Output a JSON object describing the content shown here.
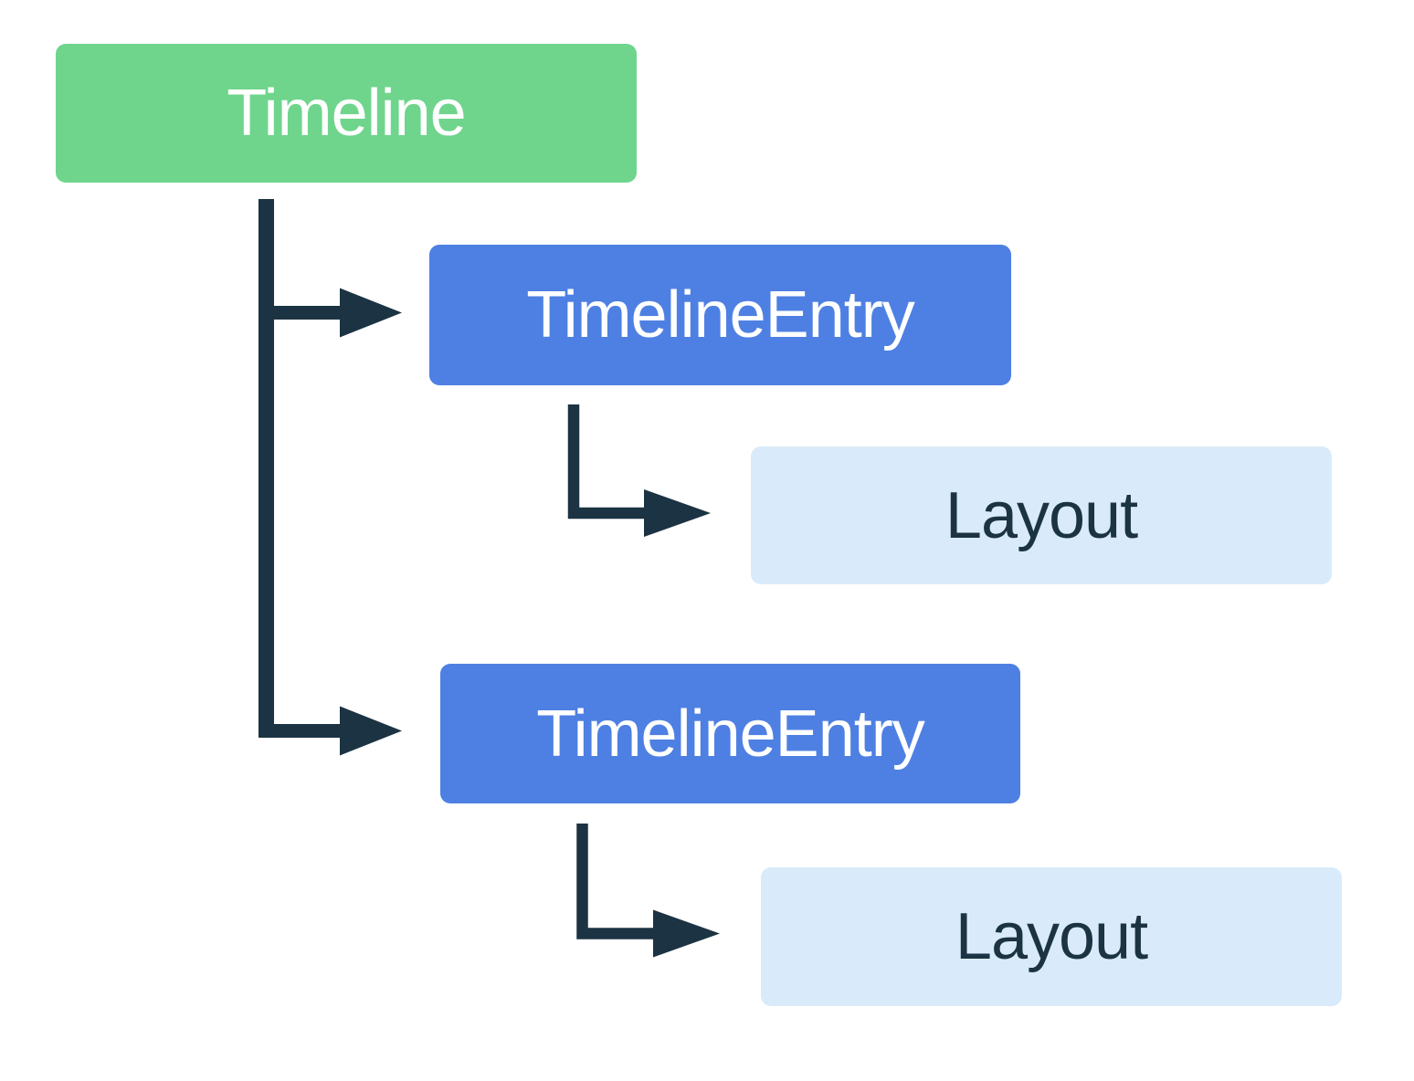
{
  "diagram": {
    "type": "tree",
    "nodes": {
      "timeline": {
        "label": "Timeline",
        "level": 0
      },
      "entry1": {
        "label": "TimelineEntry",
        "level": 1,
        "parent": "timeline"
      },
      "layout1": {
        "label": "Layout",
        "level": 2,
        "parent": "entry1"
      },
      "entry2": {
        "label": "TimelineEntry",
        "level": 1,
        "parent": "timeline"
      },
      "layout2": {
        "label": "Layout",
        "level": 2,
        "parent": "entry2"
      }
    },
    "colors": {
      "timeline_bg": "#6FD58C",
      "entry_bg": "#4E80E3",
      "layout_bg": "#D9EBFA",
      "connector": "#1B3342",
      "node_text_light": "#FFFFFF",
      "node_text_dark": "#1B3342"
    }
  }
}
